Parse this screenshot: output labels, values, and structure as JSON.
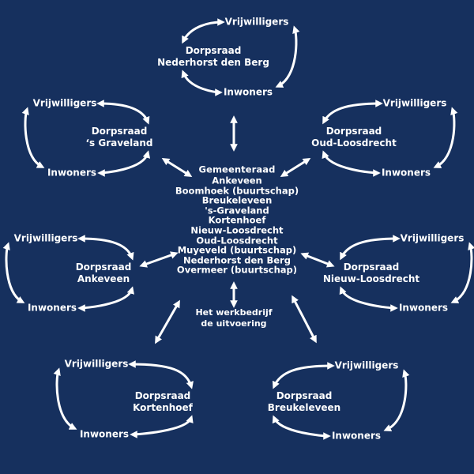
{
  "council": {
    "title": "Gemeenteraad",
    "members": [
      "Ankeveen",
      "Boomhoek (buurtschap)",
      "Breukeleveen",
      "'s-Graveland",
      "Kortenhoef",
      "Nieuw-Loosdrecht",
      "Oud-Loosdrecht",
      "Muyeveld (buurtschap)",
      "Nederhorst den Berg",
      "Overmeer (buurtschap)"
    ]
  },
  "workshop": {
    "line1": "Het werkbedrijf",
    "line2": "de uitvoering"
  },
  "cycles": [
    {
      "village": "Nederhorst den Berg",
      "council_line": "Dorpsraad",
      "place_line": "Nederhorst den Berg",
      "volunteers": "Vrijwilligers",
      "residents": "Inwoners"
    },
    {
      "village": "'s Graveland",
      "council_line": "Dorpsraad",
      "place_line": "‘s Graveland",
      "volunteers": "Vrijwilligers",
      "residents": "Inwoners"
    },
    {
      "village": "Oud-Loosdrecht",
      "council_line": "Dorpsraad",
      "place_line": "Oud-Loosdrecht",
      "volunteers": "Vrijwilligers",
      "residents": "Inwoners"
    },
    {
      "village": "Ankeveen",
      "council_line": "Dorpsraad",
      "place_line": "Ankeveen",
      "volunteers": "Vrijwilligers",
      "residents": "Inwoners"
    },
    {
      "village": "Nieuw-Loosdrecht",
      "council_line": "Dorpsraad",
      "place_line": "Nieuw-Loosdrecht",
      "volunteers": "Vrijwilligers",
      "residents": "Inwoners"
    },
    {
      "village": "Kortenhoef",
      "council_line": "Dorpsraad",
      "place_line": "Kortenhoef",
      "volunteers": "Vrijwilligers",
      "residents": "Inwoners"
    },
    {
      "village": "Breukeleveen",
      "council_line": "Dorpsraad",
      "place_line": "Breukeleveen",
      "volunteers": "Vrijwilligers",
      "residents": "Inwoners"
    }
  ],
  "colors": {
    "background": "#16305e",
    "foreground": "#ffffff"
  }
}
